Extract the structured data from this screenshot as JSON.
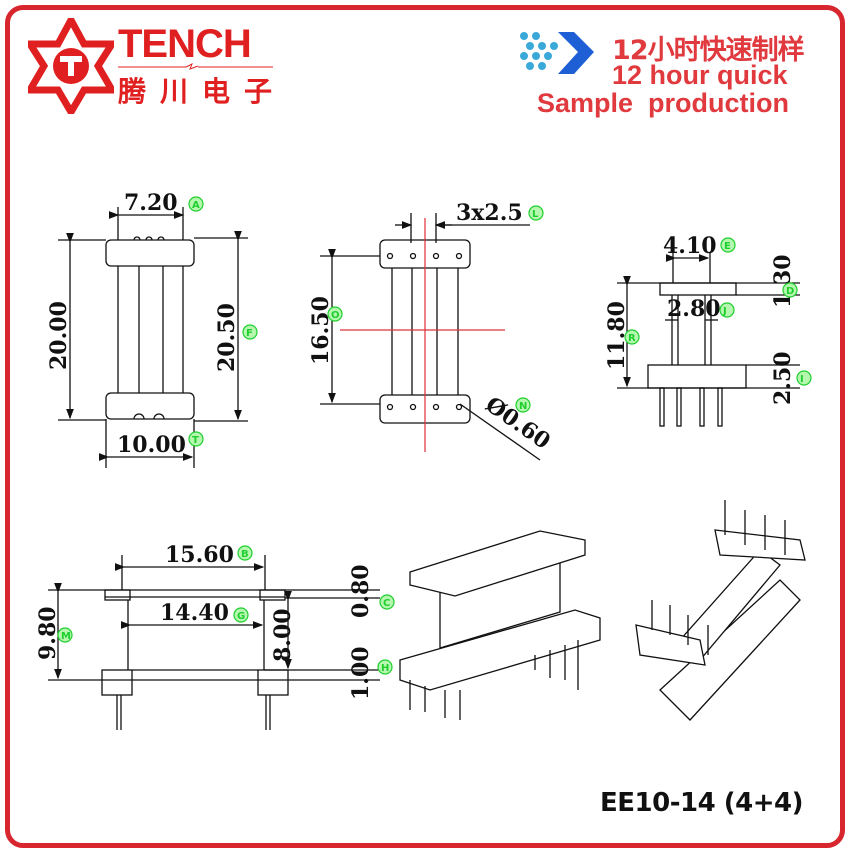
{
  "header": {
    "brand_name": "TENCH",
    "brand_cn": "腾川电子",
    "logo_glyph": "T",
    "promo_cn": "12小时快速制样",
    "promo_en_line1": "12 hour quick",
    "promo_en_line2": "Sample  production",
    "colors": {
      "brand_red": "#e02020",
      "frame_red": "#d8262e",
      "arrow_blue": "#1f5fd6",
      "dot_teal": "#3aa8d8",
      "label_green": "#1fcf2f",
      "centerline_red": "#e0303a"
    }
  },
  "model": "EE10-14 (4+4)",
  "views": {
    "top_view": {
      "dims": [
        {
          "value": "7.20",
          "label": "A"
        },
        {
          "value": "20.00",
          "label": ""
        },
        {
          "value": "20.50",
          "label": "F"
        },
        {
          "value": "10.00",
          "label": "T"
        }
      ]
    },
    "bottom_view": {
      "dims": [
        {
          "value": "3x2.5",
          "label": "L"
        },
        {
          "value": "16.50",
          "label": "O"
        },
        {
          "value": "Ø0.60",
          "label": "N"
        }
      ]
    },
    "side_view": {
      "dims": [
        {
          "value": "4.10",
          "label": "E"
        },
        {
          "value": "1.30",
          "label": "D"
        },
        {
          "value": "2.80",
          "label": "J"
        },
        {
          "value": "11.80",
          "label": "R"
        },
        {
          "value": "2.50",
          "label": "I"
        }
      ]
    },
    "front_view": {
      "dims": [
        {
          "value": "15.60",
          "label": "B"
        },
        {
          "value": "0.80",
          "label": "C"
        },
        {
          "value": "14.40",
          "label": "G"
        },
        {
          "value": "9.80",
          "label": "M"
        },
        {
          "value": "8.00",
          "label": ""
        },
        {
          "value": "1.00",
          "label": "H"
        }
      ]
    },
    "iso_views": [
      {
        "name": "isometric-front"
      },
      {
        "name": "isometric-rear"
      }
    ]
  }
}
